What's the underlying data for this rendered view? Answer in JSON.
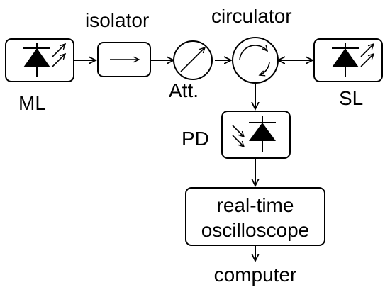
{
  "labels": {
    "isolator": "isolator",
    "circulator": "circulator",
    "ml": "ML",
    "att": "Att.",
    "sl": "SL",
    "pd": "PD",
    "osc_line1": "real-time",
    "osc_line2": "oscilloscope",
    "computer": "computer"
  },
  "colors": {
    "stroke": "#000000",
    "background": "#ffffff"
  },
  "icons": {
    "ml": "laser-diode-icon",
    "isolator": "arrow-right-icon",
    "att": "attenuator-icon",
    "circulator": "circulator-icon",
    "sl": "laser-diode-icon",
    "pd": "photodiode-icon"
  }
}
